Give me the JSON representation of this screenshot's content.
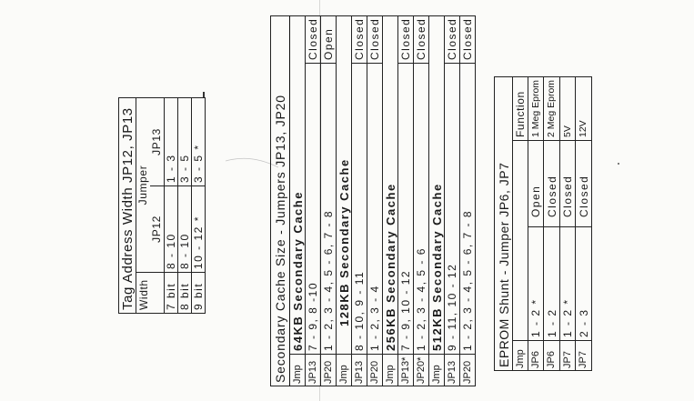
{
  "tag_address_table": {
    "title": "Tag Address Width JP12, JP13",
    "width_header": "Width",
    "jumper_header": "Jumper",
    "jp12_header": "JP12",
    "jp13_header": "JP13",
    "rows": [
      {
        "width": "7 bit",
        "jp12": "8 - 10",
        "jp13": "1 - 3"
      },
      {
        "width": "8 bit",
        "jp12": "8 - 10",
        "jp13": "3 - 5"
      },
      {
        "width": "9 bit",
        "jp12": "10 - 12 *",
        "jp13": "3 - 5 *"
      }
    ]
  },
  "cache_table": {
    "title": "Secondary Cache Size - Jumpers JP13, JP20",
    "sections": [
      {
        "jmp_header": "Jmp",
        "size": "64KB Secondary Cache",
        "rows": [
          {
            "jmp": "JP13",
            "pins": "7 - 9, 8 -10",
            "state": "Closed"
          },
          {
            "jmp": "JP20",
            "pins": "1 - 2, 3 - 4, 5 - 6, 7 - 8",
            "state": "Open"
          }
        ]
      },
      {
        "jmp_header": "Jmp",
        "size": "128KB Secondary Cache",
        "rows": [
          {
            "jmp": "JP13",
            "pins": "8 - 10, 9 - 11",
            "state": "Closed"
          },
          {
            "jmp": "JP20",
            "pins": "1 - 2, 3 - 4",
            "state": "Closed"
          }
        ]
      },
      {
        "jmp_header": "Jmp",
        "size": "256KB Secondary Cache",
        "rows": [
          {
            "jmp": "JP13*",
            "pins": "7 - 9, 10 - 12",
            "state": "Closed"
          },
          {
            "jmp": "JP20*",
            "pins": "1 - 2, 3 - 4, 5 - 6",
            "state": "Closed"
          }
        ]
      },
      {
        "jmp_header": "Jmp",
        "size": "512KB Secondary Cache",
        "rows": [
          {
            "jmp": "JP13",
            "pins": "9 - 11, 10 - 12",
            "state": "Closed"
          },
          {
            "jmp": "JP20",
            "pins": "1 - 2, 3 - 4, 5 - 6, 7 - 8",
            "state": "Closed"
          }
        ]
      }
    ]
  },
  "eprom_table": {
    "title": "EPROM Shunt - Jumper JP6, JP7",
    "jmp_header": "Jmp",
    "function_header": "Function",
    "rows": [
      {
        "jmp": "JP6",
        "pins": "1 - 2 *",
        "state": "Open",
        "function": "1 Meg Eprom"
      },
      {
        "jmp": "JP6",
        "pins": "1 - 2",
        "state": "Closed",
        "function": "2 Meg Eprom"
      },
      {
        "jmp": "JP7",
        "pins": "1 - 2 *",
        "state": "Closed",
        "function": "5V"
      },
      {
        "jmp": "JP7",
        "pins": "2 - 3",
        "state": "Closed",
        "function": "12V"
      }
    ]
  }
}
